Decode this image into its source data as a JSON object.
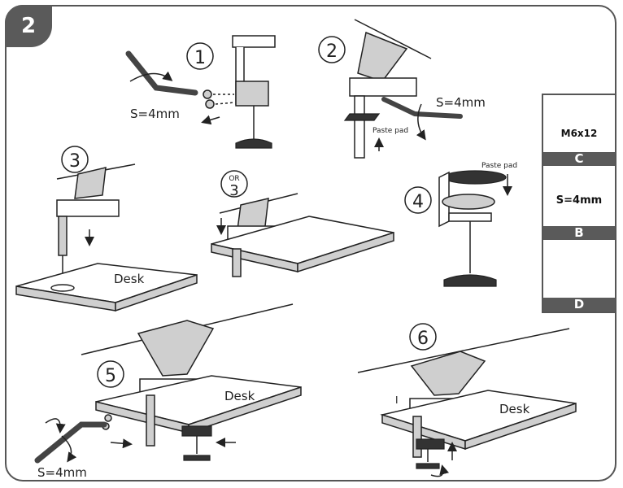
{
  "page": {
    "step_number": "2",
    "sub_steps": [
      "1",
      "2",
      "3",
      "3",
      "4",
      "5",
      "6"
    ],
    "or_label": "OR"
  },
  "labels": {
    "wrench_size": "S=4mm",
    "paste_pad": "Paste pad",
    "desk": "Desk",
    "one_mark": "I"
  },
  "parts_panel": {
    "screw_label": "M6x12",
    "wrench_label": "S=4mm",
    "bands": [
      "C",
      "B",
      "D"
    ]
  }
}
